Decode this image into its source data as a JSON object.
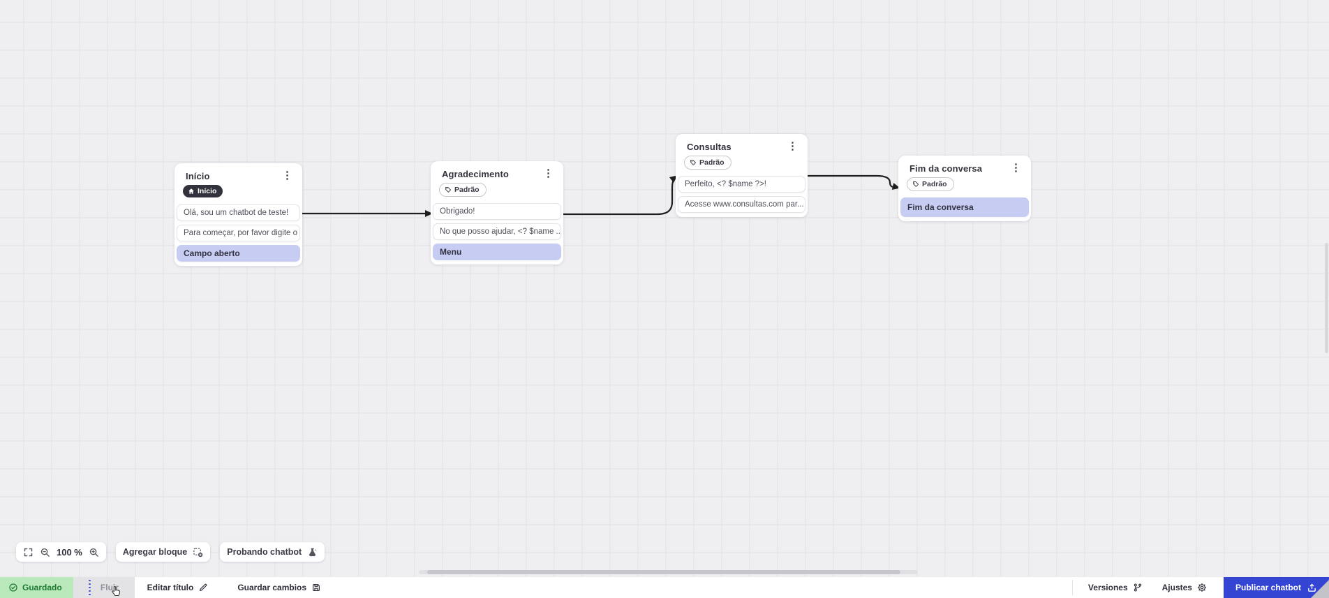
{
  "canvas": {
    "nodes": [
      {
        "id": "inicio",
        "title": "Início",
        "badge": {
          "label": "Início",
          "style": "dark",
          "icon": "home-icon"
        },
        "items": [
          {
            "text": "Olá, sou um chatbot de teste!",
            "type": "message"
          },
          {
            "text": "Para começar, por favor digite o ...",
            "type": "message"
          },
          {
            "text": "Campo aberto",
            "type": "action"
          }
        ]
      },
      {
        "id": "agradecimento",
        "title": "Agradecimento",
        "badge": {
          "label": "Padrão",
          "style": "outline",
          "icon": "tag-icon"
        },
        "items": [
          {
            "text": "Obrigado!",
            "type": "message"
          },
          {
            "text": "No que posso ajudar, <? $name ...",
            "type": "message"
          },
          {
            "text": "Menu",
            "type": "action"
          }
        ]
      },
      {
        "id": "consultas",
        "title": "Consultas",
        "badge": {
          "label": "Padrão",
          "style": "outline",
          "icon": "tag-icon"
        },
        "items": [
          {
            "text": "Perfeito, <? $name ?>!",
            "type": "message"
          },
          {
            "text": "Acesse www.consultas.com par...",
            "type": "message"
          }
        ]
      },
      {
        "id": "fim-da-conversa",
        "title": "Fim da conversa",
        "badge": {
          "label": "Padrão",
          "style": "outline",
          "icon": "tag-icon"
        },
        "items": [
          {
            "text": "Fim da conversa",
            "type": "action"
          }
        ]
      }
    ]
  },
  "zoom_toolbar": {
    "zoom_level": "100 %",
    "add_block_label": "Agregar bloque",
    "test_chatbot_label": "Probando chatbot"
  },
  "bottom_bar": {
    "saved_label": "Guardado",
    "flow_tab_label": "Fluir",
    "edit_title_label": "Editar título",
    "save_changes_label": "Guardar cambios",
    "versions_label": "Versiones",
    "settings_label": "Ajustes",
    "publish_label": "Publicar chatbot"
  },
  "colors": {
    "accent_blue": "#3445d4",
    "saved_green_bg": "#b9e8ba",
    "saved_green_text": "#1e7a33",
    "action_highlight": "#c7ccf3",
    "dark_badge": "#32323c",
    "edge_stroke": "#1f1f1f",
    "canvas_bg": "#efeff2"
  }
}
